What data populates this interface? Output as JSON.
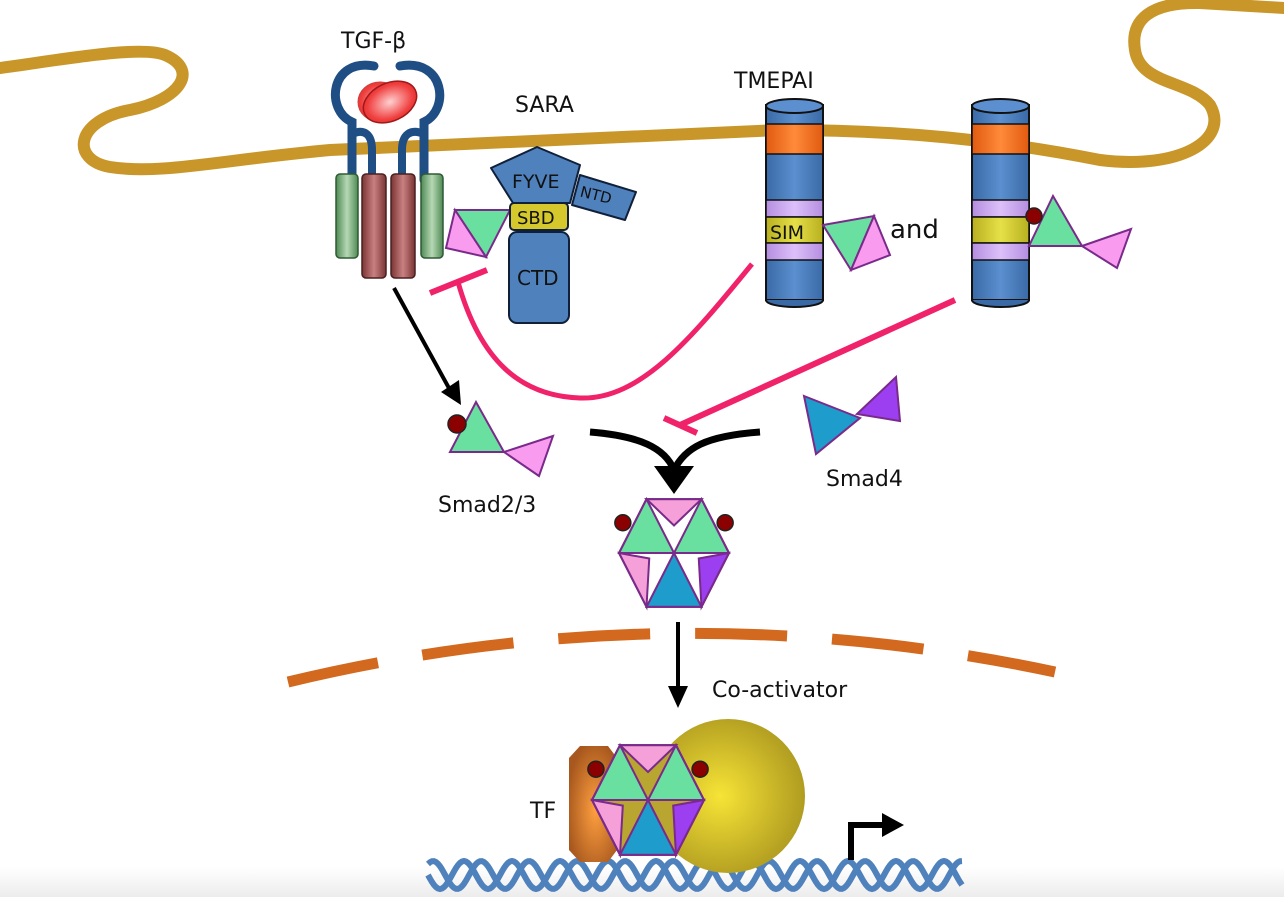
{
  "labels": {
    "ligand": "TGF-β",
    "sara": "SARA",
    "fyve": "FYVE",
    "ntd": "NTD",
    "sbd": "SBD",
    "ctd": "CTD",
    "tmepai": "TMEPAI",
    "sim": "SIM",
    "and": "and",
    "smad23": "Smad2/3",
    "smad4": "Smad4",
    "coactivator": "Co-activator",
    "tf": "TF",
    "phospho": "P"
  },
  "colors": {
    "membrane": "#c9962a",
    "nuclear_envelope": "#d2691e",
    "receptor_outline": "#1f4e85",
    "receptor_type1": "#6a9e6e",
    "receptor_type2": "#9b4a4a",
    "sara_blue": "#4f81bd",
    "sbd_yellow": "#d4c82c",
    "tmepai_orange": "#f26a1b",
    "tmepai_lilac": "#c49ee8",
    "smad23_green": "#6ae0a0",
    "smad23_pink": "#f99cf0",
    "smad4_blue": "#1e9ccc",
    "smad4_purple": "#9b3ff0",
    "inhibit": "#f0226a",
    "arrow": "#000000",
    "dna": "#4f81bd",
    "coactivator": "#d9c52a",
    "tf": "#c0702a",
    "phospho": "#8b0000"
  }
}
